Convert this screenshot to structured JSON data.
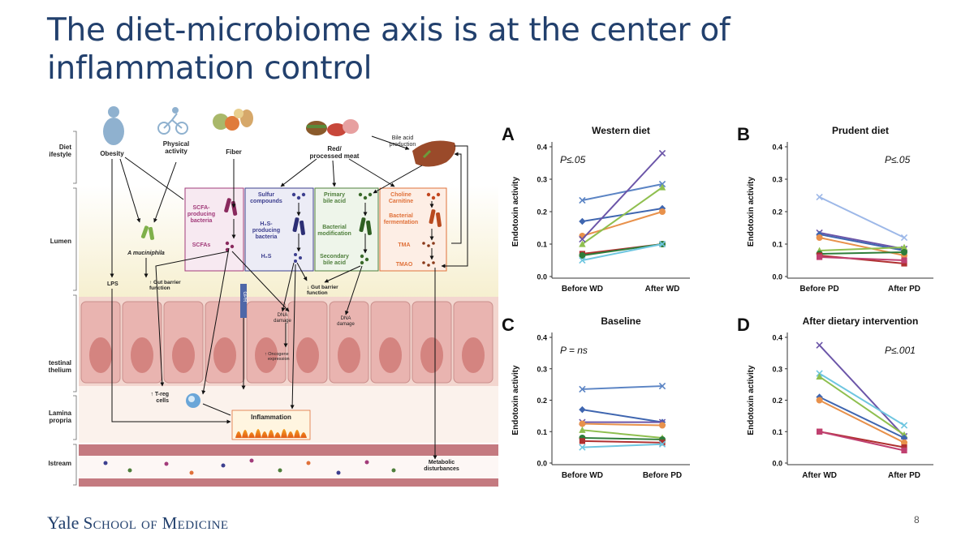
{
  "slide": {
    "title_line1": "The diet-microbiome axis is at the center of",
    "title_line2": "inflammation control",
    "footer_brand": "Yale",
    "footer_school": "School of Medicine",
    "page_number": "8"
  },
  "colors": {
    "title": "#22406d",
    "purple_box": "#a23b7a",
    "sulfur_box": "#3d3f8f",
    "bile_box": "#4f7f3c",
    "choline_box": "#e0713a",
    "lumen_bg": "#f6efcf",
    "epithelium": "#e9b4b0",
    "bloodstream": "#c47a80"
  },
  "diagram": {
    "rows": {
      "diet": "Diet\nLifestyle",
      "lumen": "Lumen",
      "epithelium": "Intestinal\nepithelium",
      "lamina": "Lamina\npropria",
      "blood": "Bloodstream"
    },
    "inputs": {
      "obesity": "Obesity",
      "physical_activity": "Physical\nactivity",
      "fiber": "Fiber",
      "red_meat": "Red/\nprocessed meat",
      "bile_production": "Bile acid\nproduction"
    },
    "scfa_box": {
      "bacteria": "SCFA-\nproducing\nbacteria",
      "scfas": "SCFAs"
    },
    "sulfur_box": {
      "compounds": "Sulfur\ncompounds",
      "h2s_bacteria": "H₂S-\nproducing\nbacteria",
      "h2s": "H₂S"
    },
    "bile_box": {
      "primary": "Primary\nbile acid",
      "modification": "Bacterial\nmodification",
      "secondary": "Secondary\nbile acid"
    },
    "choline_box": {
      "choline": "Choline\nCarnitine",
      "fermentation": "Bacterial\nfermentation",
      "tma": "TMA",
      "tmao": "TMAO"
    },
    "labels": {
      "a_muciniphila": "A muciniphila",
      "lps": "LPS",
      "gut_barrier_1": "Gut barrier\nfunction",
      "gut_barrier_2": "Gut barrier\nfunction",
      "gpr": "GPR",
      "dna_damage_1": "DNA\ndamage",
      "dna_damage_2": "DNA\ndamage",
      "oncogene": "Oncogene\nexpression",
      "treg": "T-reg\ncells",
      "inflammation": "Inflammation",
      "metabolic": "Metabolic\ndisturbances"
    }
  },
  "chart_data": [
    {
      "panel": "A",
      "type": "line",
      "title": "Western diet",
      "ylabel": "Endotoxin activity",
      "categories": [
        "Before WD",
        "After WD"
      ],
      "yticks": [
        "0.0",
        "0.1",
        "0.2",
        "0.3",
        "0.4"
      ],
      "ylim": [
        0,
        0.4
      ],
      "annotation": "P≤.05",
      "annotation_pos": "top-left",
      "series": [
        {
          "values": [
            0.235,
            0.285
          ],
          "color": "#5b84c4",
          "marker": "x"
        },
        {
          "values": [
            0.17,
            0.21
          ],
          "color": "#3f66b0",
          "marker": "diamond"
        },
        {
          "values": [
            0.125,
            0.2
          ],
          "color": "#e8914b",
          "marker": "circle"
        },
        {
          "values": [
            0.1,
            0.275
          ],
          "color": "#8fbf4f",
          "marker": "triangle"
        },
        {
          "values": [
            0.115,
            0.38
          ],
          "color": "#6b55a8",
          "marker": "x"
        },
        {
          "values": [
            0.07,
            0.1
          ],
          "color": "#b03030",
          "marker": "square"
        },
        {
          "values": [
            0.065,
            0.1
          ],
          "color": "#2e7d3a",
          "marker": "circle"
        },
        {
          "values": [
            0.05,
            0.1
          ],
          "color": "#6fc6e0",
          "marker": "x"
        }
      ]
    },
    {
      "panel": "B",
      "type": "line",
      "title": "Prudent diet",
      "ylabel": "Endotoxin activity",
      "categories": [
        "Before PD",
        "After PD"
      ],
      "yticks": [
        "0.0",
        "0.1",
        "0.2",
        "0.3",
        "0.4"
      ],
      "ylim": [
        0,
        0.4
      ],
      "annotation": "P≤.05",
      "annotation_pos": "top-right",
      "series": [
        {
          "values": [
            0.245,
            0.12
          ],
          "color": "#9db8e8",
          "marker": "x"
        },
        {
          "values": [
            0.135,
            0.085
          ],
          "color": "#6b55a8",
          "marker": "x"
        },
        {
          "values": [
            0.13,
            0.08
          ],
          "color": "#3f66b0",
          "marker": "diamond"
        },
        {
          "values": [
            0.12,
            0.065
          ],
          "color": "#e8914b",
          "marker": "circle"
        },
        {
          "values": [
            0.08,
            0.09
          ],
          "color": "#8fbf4f",
          "marker": "triangle"
        },
        {
          "values": [
            0.07,
            0.075
          ],
          "color": "#2e7d3a",
          "marker": "circle"
        },
        {
          "values": [
            0.065,
            0.04
          ],
          "color": "#b03030",
          "marker": "square"
        },
        {
          "values": [
            0.06,
            0.05
          ],
          "color": "#c04070",
          "marker": "square"
        }
      ]
    },
    {
      "panel": "C",
      "type": "line",
      "title": "Baseline",
      "ylabel": "Endotoxin activity",
      "categories": [
        "Before WD",
        "Before PD"
      ],
      "yticks": [
        "0.0",
        "0.1",
        "0.2",
        "0.3",
        "0.4"
      ],
      "ylim": [
        0,
        0.4
      ],
      "annotation": "P = ns",
      "annotation_pos": "top-left",
      "series": [
        {
          "values": [
            0.235,
            0.245
          ],
          "color": "#5b84c4",
          "marker": "x"
        },
        {
          "values": [
            0.17,
            0.13
          ],
          "color": "#3f66b0",
          "marker": "diamond"
        },
        {
          "values": [
            0.13,
            0.13
          ],
          "color": "#6b55a8",
          "marker": "x"
        },
        {
          "values": [
            0.125,
            0.12
          ],
          "color": "#e8914b",
          "marker": "circle"
        },
        {
          "values": [
            0.105,
            0.08
          ],
          "color": "#8fbf4f",
          "marker": "triangle"
        },
        {
          "values": [
            0.08,
            0.075
          ],
          "color": "#2e7d3a",
          "marker": "circle"
        },
        {
          "values": [
            0.07,
            0.065
          ],
          "color": "#b03030",
          "marker": "square"
        },
        {
          "values": [
            0.05,
            0.06
          ],
          "color": "#6fc6e0",
          "marker": "x"
        }
      ]
    },
    {
      "panel": "D",
      "type": "line",
      "title": "After dietary intervention",
      "ylabel": "Endotoxin activity",
      "categories": [
        "After WD",
        "After PD"
      ],
      "yticks": [
        "0.0",
        "0.1",
        "0.2",
        "0.3",
        "0.4"
      ],
      "ylim": [
        0,
        0.4
      ],
      "annotation": "P≤.001",
      "annotation_pos": "top-right",
      "series": [
        {
          "values": [
            0.375,
            0.085
          ],
          "color": "#6b55a8",
          "marker": "x"
        },
        {
          "values": [
            0.285,
            0.12
          ],
          "color": "#6fc6e0",
          "marker": "x"
        },
        {
          "values": [
            0.275,
            0.09
          ],
          "color": "#8fbf4f",
          "marker": "triangle"
        },
        {
          "values": [
            0.21,
            0.08
          ],
          "color": "#3f66b0",
          "marker": "diamond"
        },
        {
          "values": [
            0.2,
            0.065
          ],
          "color": "#e8914b",
          "marker": "circle"
        },
        {
          "values": [
            0.1,
            0.05
          ],
          "color": "#b03030",
          "marker": "square"
        },
        {
          "values": [
            0.1,
            0.04
          ],
          "color": "#c04070",
          "marker": "square"
        }
      ]
    }
  ]
}
